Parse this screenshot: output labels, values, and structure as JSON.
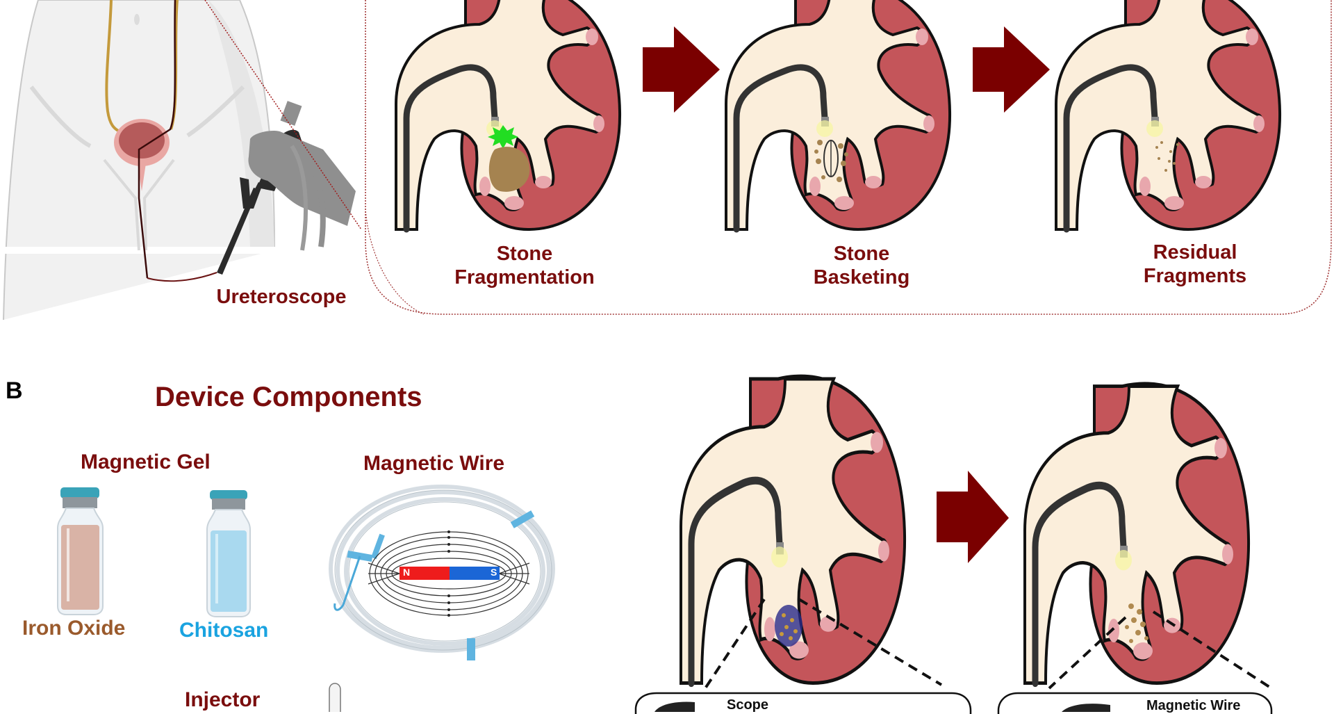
{
  "figure": {
    "panel_a": {
      "instrument_label": "Ureteroscope",
      "steps": [
        {
          "label": "Stone\nFragmentation",
          "key": "fragmentation"
        },
        {
          "label": "Stone\nBasketing",
          "key": "basketing"
        },
        {
          "label": "Residual\nFragments",
          "key": "residual"
        }
      ]
    },
    "panel_b": {
      "letter": "B",
      "title": "Device Components",
      "components": {
        "magnetic_gel": {
          "label": "Magnetic Gel",
          "vials": [
            {
              "label": "Iron Oxide",
              "color": "#9a5a2c",
              "fill": "#d9b3a6"
            },
            {
              "label": "Chitosan",
              "color": "#1aa3e0",
              "fill": "#a9d9ef"
            }
          ]
        },
        "magnetic_wire": {
          "label": "Magnetic Wire",
          "magnet_north": "N",
          "magnet_south": "S"
        },
        "injector": {
          "label": "Injector"
        }
      },
      "callouts": [
        {
          "label": "Scope"
        },
        {
          "label": "Magnetic Wire"
        }
      ]
    },
    "colors": {
      "accent": "#7a0000",
      "kidney": "#c4555a",
      "collecting_system": "#fbeedb",
      "calyx_tip": "#e8a7ad",
      "scope": "#333333"
    }
  }
}
